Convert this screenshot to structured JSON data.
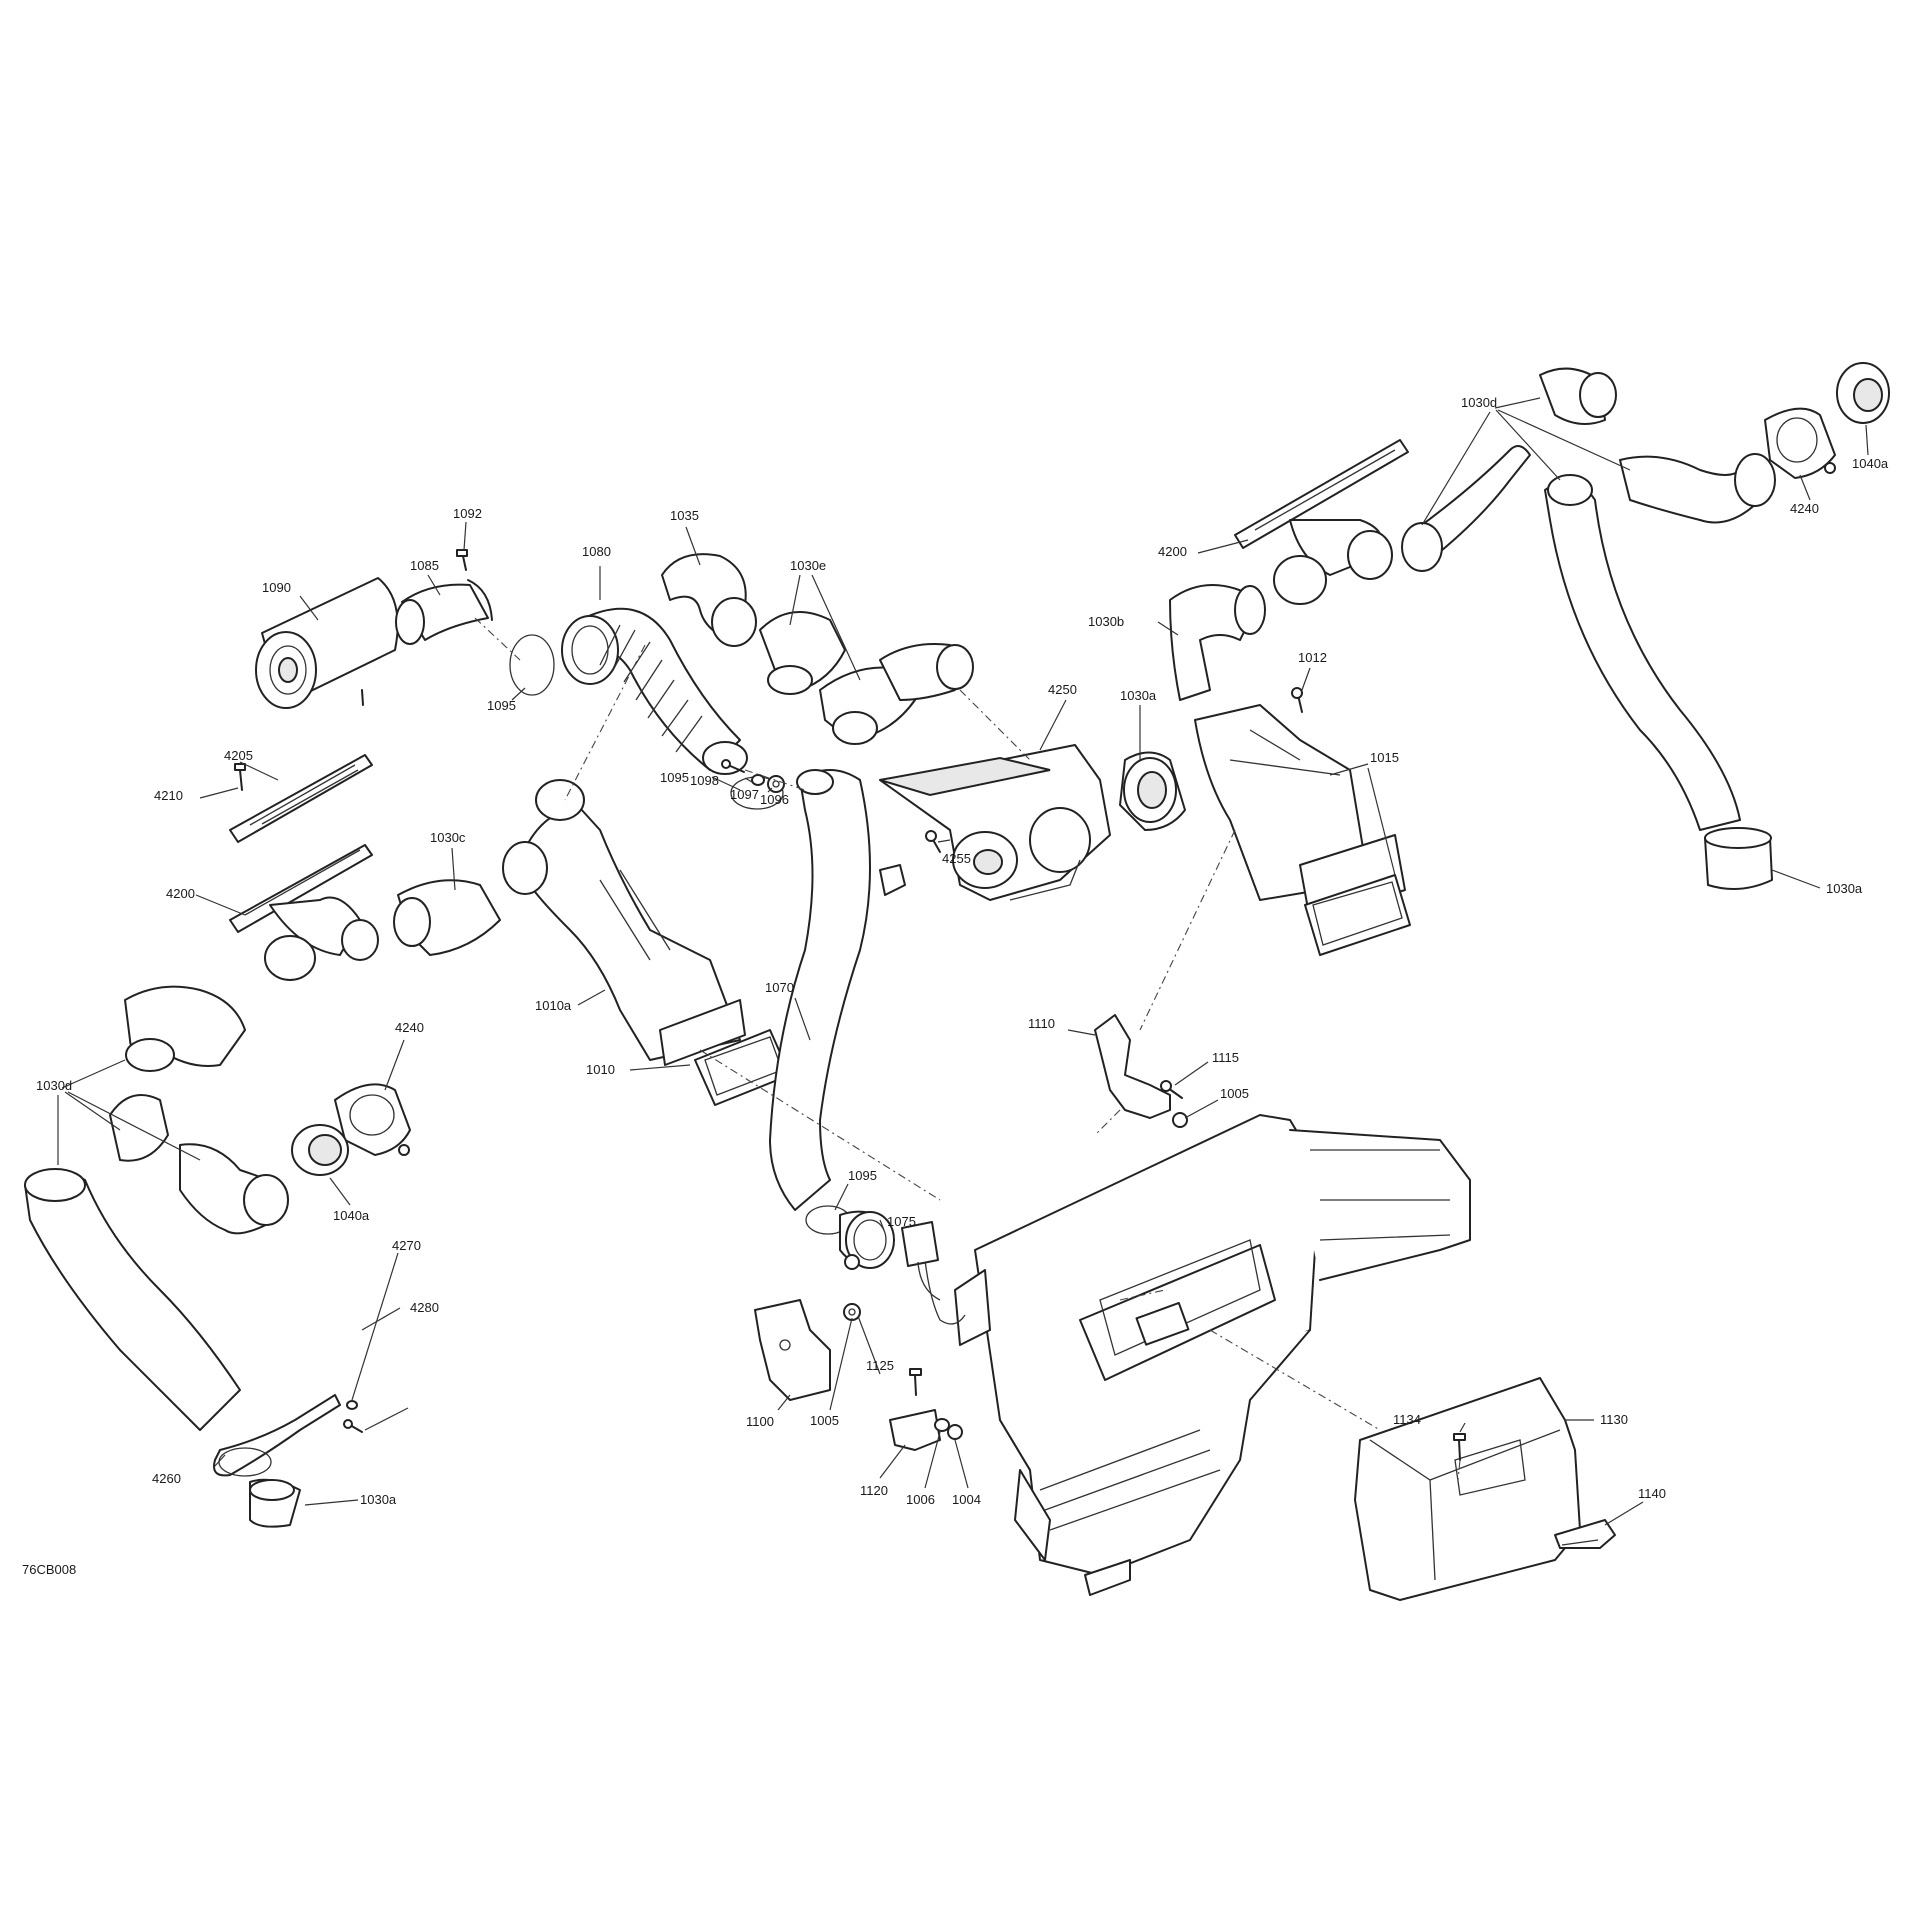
{
  "figure_id": "76CB008",
  "callouts": [
    {
      "id": "c-1092",
      "text": "1092"
    },
    {
      "id": "c-1085",
      "text": "1085"
    },
    {
      "id": "c-1090",
      "text": "1090"
    },
    {
      "id": "c-1095a",
      "text": "1095"
    },
    {
      "id": "c-1080",
      "text": "1080"
    },
    {
      "id": "c-1035",
      "text": "1035"
    },
    {
      "id": "c-1030e",
      "text": "1030e"
    },
    {
      "id": "c-1095b",
      "text": "1095"
    },
    {
      "id": "c-1098",
      "text": "1098"
    },
    {
      "id": "c-1097",
      "text": "1097"
    },
    {
      "id": "c-1096",
      "text": "1096"
    },
    {
      "id": "c-4210",
      "text": "4210"
    },
    {
      "id": "c-4205",
      "text": "4205"
    },
    {
      "id": "c-4200a",
      "text": "4200"
    },
    {
      "id": "c-1030c",
      "text": "1030c"
    },
    {
      "id": "c-1010a",
      "text": "1010a"
    },
    {
      "id": "c-1010",
      "text": "1010"
    },
    {
      "id": "c-4240a",
      "text": "4240"
    },
    {
      "id": "c-1030d-left",
      "text": "1030d"
    },
    {
      "id": "c-1040a-left",
      "text": "1040a"
    },
    {
      "id": "c-4270",
      "text": "4270"
    },
    {
      "id": "c-4280",
      "text": "4280"
    },
    {
      "id": "c-4260",
      "text": "4260"
    },
    {
      "id": "c-1030a-bl",
      "text": "1030a"
    },
    {
      "id": "c-1070",
      "text": "1070"
    },
    {
      "id": "c-1095c",
      "text": "1095"
    },
    {
      "id": "c-1075",
      "text": "1075"
    },
    {
      "id": "c-1100",
      "text": "1100"
    },
    {
      "id": "c-1125",
      "text": "1125"
    },
    {
      "id": "c-1005a",
      "text": "1005"
    },
    {
      "id": "c-1120",
      "text": "1120"
    },
    {
      "id": "c-1006",
      "text": "1006"
    },
    {
      "id": "c-1004",
      "text": "1004"
    },
    {
      "id": "c-4250",
      "text": "4250"
    },
    {
      "id": "c-4255",
      "text": "4255"
    },
    {
      "id": "c-1030a-mid",
      "text": "1030a"
    },
    {
      "id": "c-1012",
      "text": "1012"
    },
    {
      "id": "c-1015",
      "text": "1015"
    },
    {
      "id": "c-1110",
      "text": "1110"
    },
    {
      "id": "c-1115",
      "text": "1115"
    },
    {
      "id": "c-1005b",
      "text": "1005"
    },
    {
      "id": "c-4200b",
      "text": "4200"
    },
    {
      "id": "c-1030b",
      "text": "1030b"
    },
    {
      "id": "c-1030d-top",
      "text": "1030d"
    },
    {
      "id": "c-4240b",
      "text": "4240"
    },
    {
      "id": "c-1040a-right",
      "text": "1040a"
    },
    {
      "id": "c-1030a-right",
      "text": "1030a"
    },
    {
      "id": "c-1134",
      "text": "1134"
    },
    {
      "id": "c-1130",
      "text": "1130"
    },
    {
      "id": "c-1140",
      "text": "1140"
    }
  ]
}
